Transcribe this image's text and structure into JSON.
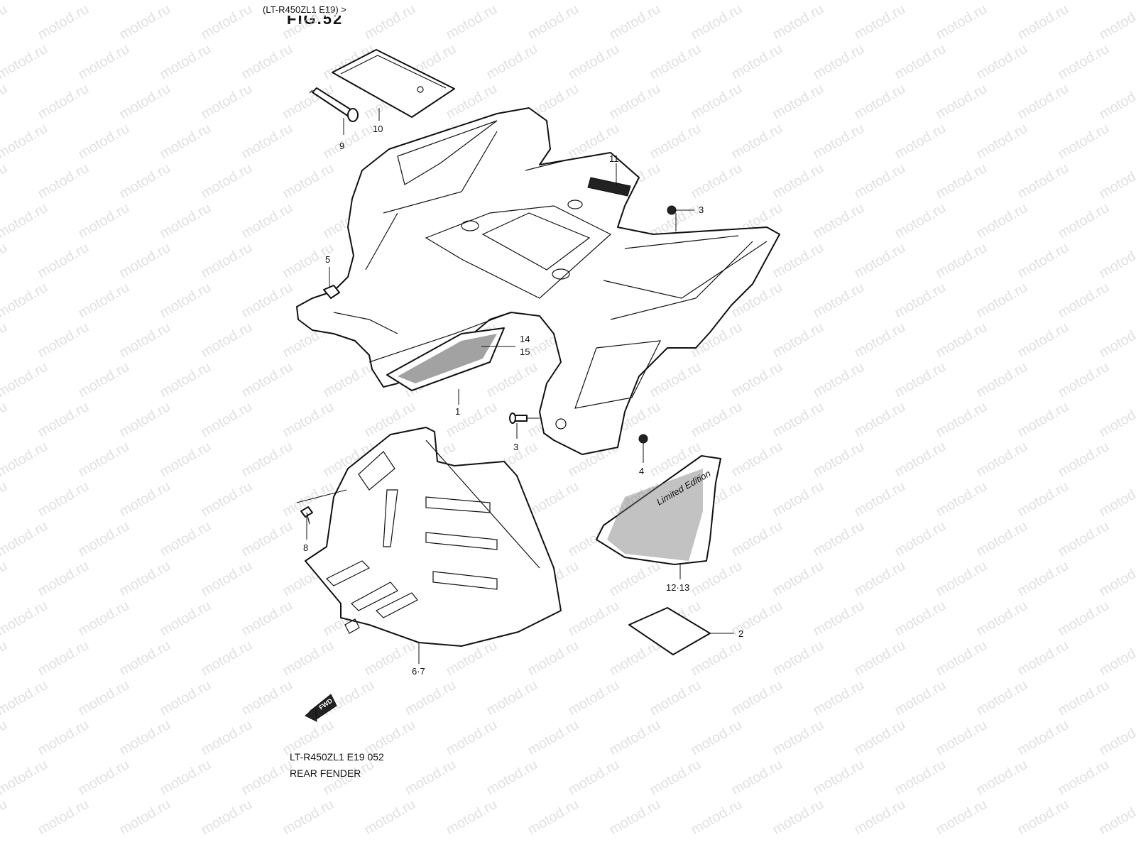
{
  "header": {
    "model_range": "(LT-R450ZL1 E19) >",
    "figure_fragment": "FIG.52"
  },
  "caption": {
    "code": "LT-R450ZL1 E19  052",
    "title": "REAR FENDER"
  },
  "watermark": "motod.ru",
  "fwd_label": "FWD",
  "decal_text": "Limited Edition",
  "callouts": [
    {
      "id": "c9",
      "label": "9"
    },
    {
      "id": "c10",
      "label": "10"
    },
    {
      "id": "c11",
      "label": "11"
    },
    {
      "id": "c3a",
      "label": "3"
    },
    {
      "id": "c5",
      "label": "5"
    },
    {
      "id": "c14",
      "label": "14"
    },
    {
      "id": "c15",
      "label": "15"
    },
    {
      "id": "c1",
      "label": "1"
    },
    {
      "id": "c3b",
      "label": "3"
    },
    {
      "id": "c4",
      "label": "4"
    },
    {
      "id": "c8",
      "label": "8"
    },
    {
      "id": "c1213",
      "label": "12·13"
    },
    {
      "id": "c2",
      "label": "2"
    },
    {
      "id": "c67",
      "label": "6·7"
    }
  ],
  "colors": {
    "line": "#111111",
    "watermark": "#c8c8c8",
    "background": "#ffffff"
  }
}
